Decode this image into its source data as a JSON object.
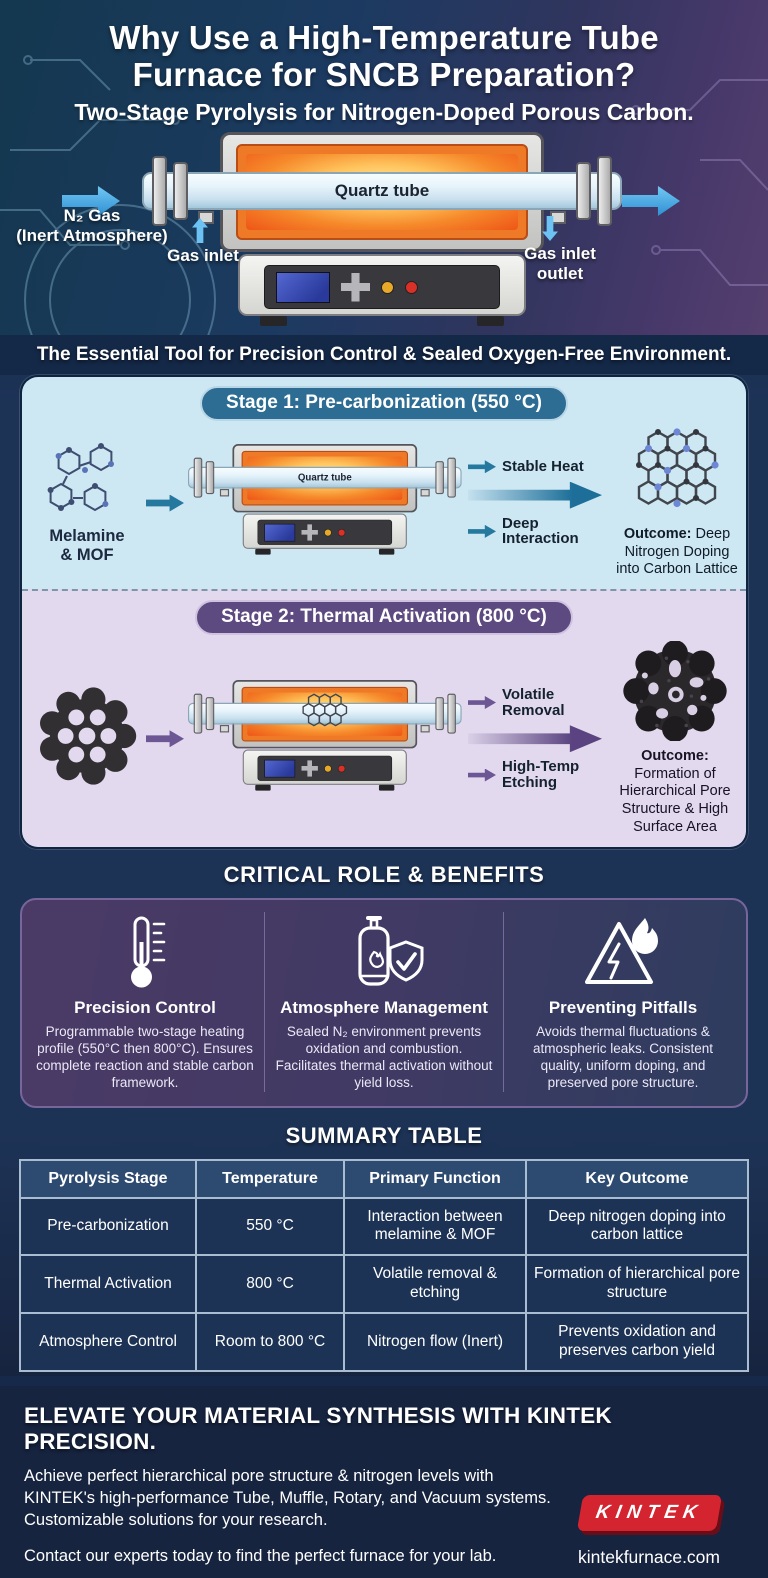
{
  "header": {
    "title_line1": "Why Use a High-Temperature Tube",
    "title_line2": "Furnace for SNCB Preparation?",
    "subtitle": "Two-Stage Pyrolysis for Nitrogen-Doped Porous Carbon."
  },
  "hero_diagram": {
    "n2_label_line1": "N₂ Gas",
    "n2_label_line2": "(Inert Atmosphere)",
    "gas_inlet": "Gas inlet",
    "gas_outlet_line1": "Gas inlet",
    "gas_outlet_line2": "outlet",
    "quartz_tube": "Quartz tube"
  },
  "banner": "The Essential Tool for Precision Control & Sealed Oxygen-Free Environment.",
  "stage1": {
    "badge": "Stage 1: Pre-carbonization (550 °C)",
    "input_line1": "Melamine",
    "input_line2": "& MOF",
    "quartz_tube": "Quartz tube",
    "arrow1": "Stable Heat",
    "arrow2": "Deep Interaction",
    "outcome_label": "Outcome:",
    "outcome_text": " Deep Nitrogen Doping into Carbon Lattice"
  },
  "stage2": {
    "badge": "Stage 2: Thermal Activation (800 °C)",
    "arrow1": "Volatile Removal",
    "arrow2": "High-Temp Etching",
    "outcome_label": "Outcome:",
    "outcome_text": " Formation of Hierarchical Pore Structure & High Surface Area"
  },
  "benefits": {
    "title": "CRITICAL ROLE & BENEFITS",
    "items": [
      {
        "icon": "thermometer-icon",
        "title": "Precision Control",
        "body": "Programmable two-stage heating profile (550°C then 800°C). Ensures complete reaction and stable carbon framework."
      },
      {
        "icon": "gas-cylinder-shield-icon",
        "title": "Atmosphere Management",
        "body": "Sealed N₂ environment prevents oxidation and combustion. Facilitates thermal activation without yield loss."
      },
      {
        "icon": "warning-flame-icon",
        "title": "Preventing Pitfalls",
        "body": "Avoids thermal fluctuations & atmospheric leaks. Consistent quality, uniform doping, and preserved pore structure."
      }
    ]
  },
  "summary": {
    "title": "SUMMARY TABLE",
    "columns": [
      "Pyrolysis Stage",
      "Temperature",
      "Primary Function",
      "Key Outcome"
    ],
    "rows": [
      [
        "Pre-carbonization",
        "550 °C",
        "Interaction between melamine & MOF",
        "Deep nitrogen doping into carbon lattice"
      ],
      [
        "Thermal Activation",
        "800 °C",
        "Volatile removal & etching",
        "Formation of hierarchical pore structure"
      ],
      [
        "Atmosphere Control",
        "Room to 800 °C",
        "Nitrogen flow (Inert)",
        "Prevents oxidation and preserves carbon yield"
      ]
    ]
  },
  "footer": {
    "headline": "ELEVATE YOUR MATERIAL SYNTHESIS WITH KINTEK PRECISION.",
    "body_line1": "Achieve perfect hierarchical pore structure & nitrogen levels with",
    "body_line2": "KINTEK's high-performance Tube, Muffle, Rotary, and Vacuum systems.",
    "body_line3": "Customizable solutions for your research.",
    "contact": "Contact our experts today to find the perfect furnace for your lab.",
    "logo": "KINTEK",
    "website": "kintekfurnace.com"
  },
  "colors": {
    "accent_blue": "#2d6d94",
    "accent_purple": "#5d4a80",
    "kintek_red": "#d42430",
    "furnace_glow": "#ee5517"
  }
}
